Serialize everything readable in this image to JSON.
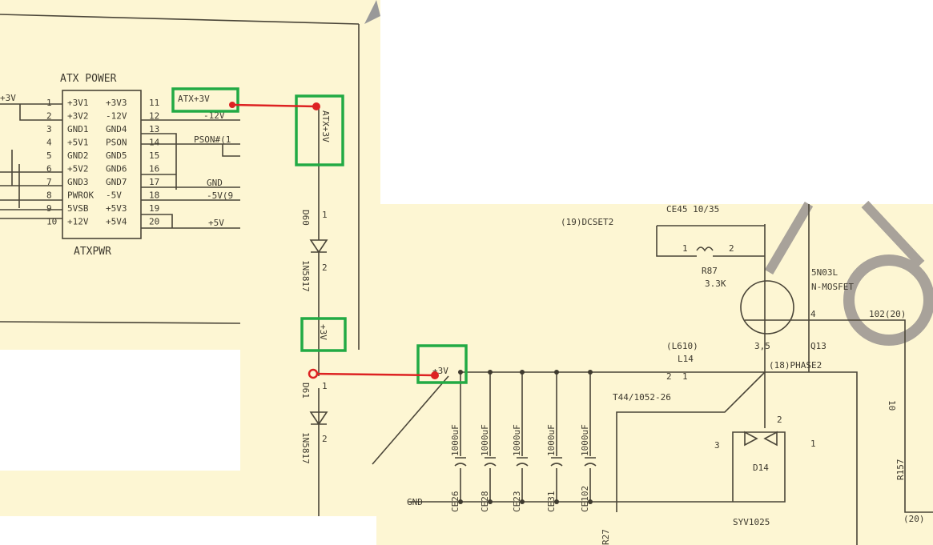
{
  "colors": {
    "paper": "#fdf6d3",
    "highlight_box": "#22aa44",
    "connector": "#dd2222"
  },
  "connector_block": {
    "title": "ATX POWER",
    "part": "ATXPWR",
    "left_pins": [
      {
        "num": "1",
        "name": "+3V1"
      },
      {
        "num": "2",
        "name": "+3V2"
      },
      {
        "num": "3",
        "name": "GND1"
      },
      {
        "num": "4",
        "name": "+5V1"
      },
      {
        "num": "5",
        "name": "GND2"
      },
      {
        "num": "6",
        "name": "+5V2"
      },
      {
        "num": "7",
        "name": "GND3"
      },
      {
        "num": "8",
        "name": "PWROK"
      },
      {
        "num": "9",
        "name": "5VSB"
      },
      {
        "num": "10",
        "name": "+12V"
      }
    ],
    "right_pins": [
      {
        "num": "11",
        "name": "+3V3"
      },
      {
        "num": "12",
        "name": "-12V"
      },
      {
        "num": "13",
        "name": "GND4"
      },
      {
        "num": "14",
        "name": "PSON"
      },
      {
        "num": "15",
        "name": "GND5"
      },
      {
        "num": "16",
        "name": "GND6"
      },
      {
        "num": "17",
        "name": "GND7"
      },
      {
        "num": "18",
        "name": "-5V"
      },
      {
        "num": "19",
        "name": "+5V3"
      },
      {
        "num": "20",
        "name": "+5V4"
      }
    ],
    "left_net": "+3V",
    "nets": {
      "atx3v": "ATX+3V",
      "m12v": "-12V",
      "pson": "PSON#(1",
      "gnd": "GND",
      "m5v": "-5V(9",
      "p5v": "+5V"
    }
  },
  "vertical_chain": {
    "top_label": "ATX+3V",
    "d60": {
      "ref": "D60",
      "part": "1N5817",
      "pin1": "1",
      "pin2": "2"
    },
    "mid_label": "+3V",
    "d61": {
      "ref": "D61",
      "part": "1N5817",
      "pin1": "1",
      "pin2": "2"
    }
  },
  "regulator": {
    "net_3v": "+3V",
    "gnd": "GND",
    "dcset": "(19)DCSET2",
    "cap_top": "CE45 10/35",
    "r87": {
      "ref": "R87",
      "value": "3.3K",
      "pin1": "1",
      "pin2": "2"
    },
    "mosfet": {
      "ref": "Q13",
      "type": "N-MOSFET",
      "part": "5N03L",
      "pins": "3,5",
      "pin_g": "4"
    },
    "phase": "(18)PHASE2",
    "r102": "102(20)",
    "inductor": {
      "ref": "L14",
      "alt": "(L610)",
      "part": "T44/1052-26",
      "pin1": "1",
      "pin2": "2"
    },
    "caps": [
      {
        "ref": "CE26",
        "value": "1000uF"
      },
      {
        "ref": "CE28",
        "value": "1000uF"
      },
      {
        "ref": "CE23",
        "value": "1000uF"
      },
      {
        "ref": "CE31",
        "value": "1000uF"
      },
      {
        "ref": "CE102",
        "value": "1000uF"
      }
    ],
    "diode": {
      "ref": "D14",
      "part": "SYV1025",
      "pin1": "1",
      "pin2": "2",
      "pin3": "3"
    },
    "r157": {
      "ref": "R157",
      "value": "10"
    },
    "r20": "(20)",
    "ref_bottom": "R27"
  }
}
